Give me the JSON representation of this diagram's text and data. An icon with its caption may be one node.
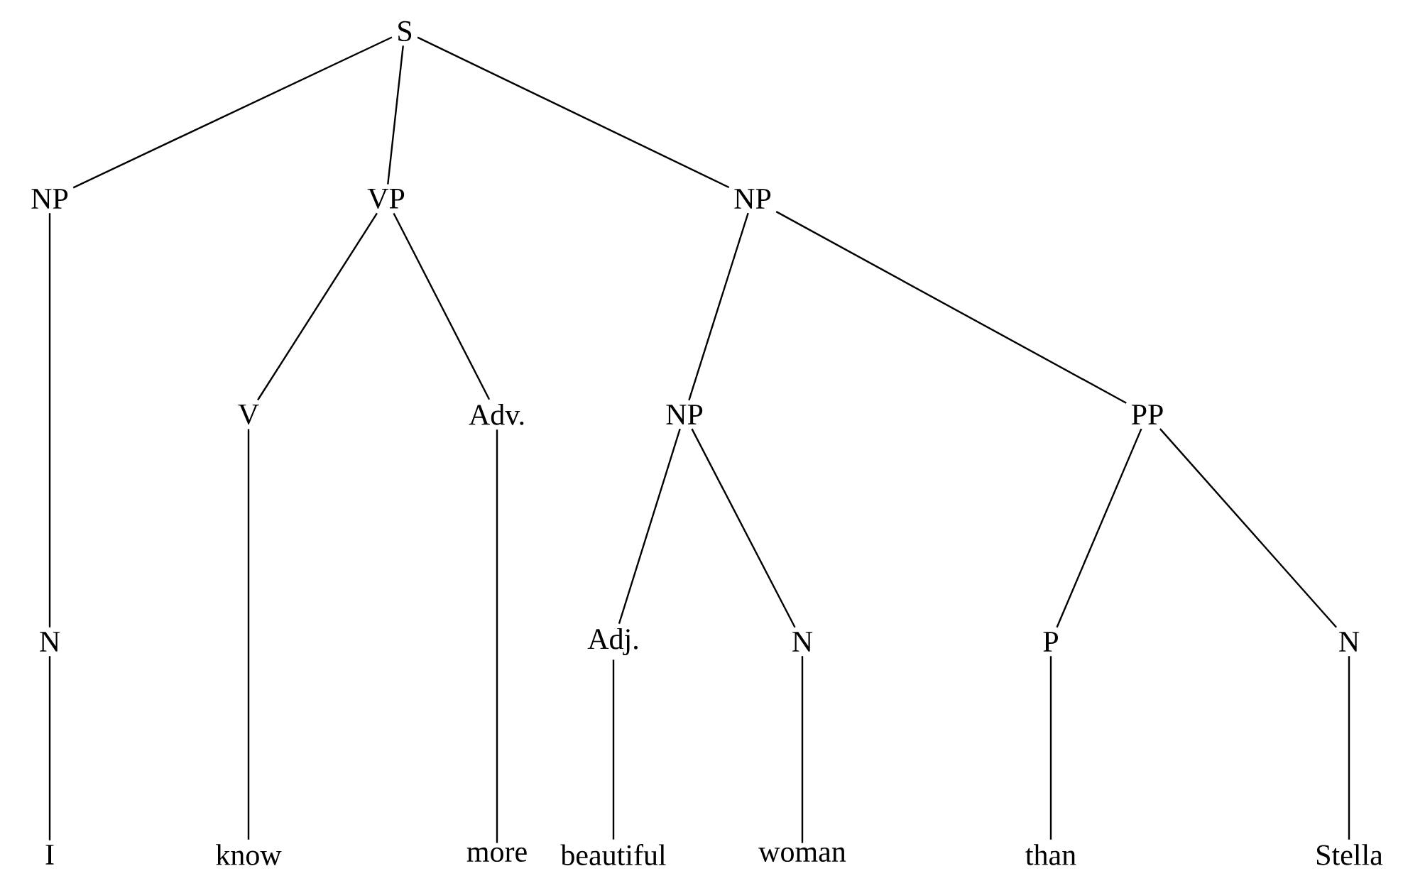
{
  "diagram": {
    "nodes": [
      {
        "text": [
          "S"
        ]
      },
      {
        "text": [
          "NP"
        ]
      },
      {
        "text": [
          "VP"
        ]
      },
      {
        "text": [
          "NP"
        ]
      },
      {
        "text": [
          "V"
        ]
      },
      {
        "text": [
          "Adv."
        ]
      },
      {
        "text": [
          "NP"
        ]
      },
      {
        "text": [
          "PP"
        ]
      },
      {
        "text": [
          "N"
        ]
      },
      {
        "text": [
          "Adj."
        ]
      },
      {
        "text": [
          "N"
        ]
      },
      {
        "text": [
          "P"
        ]
      },
      {
        "text": [
          "N"
        ]
      },
      {
        "text": [
          "I"
        ]
      },
      {
        "text": [
          "know"
        ]
      },
      {
        "text": [
          "more"
        ]
      },
      {
        "text": [
          "beautiful"
        ]
      },
      {
        "text": [
          "woman"
        ]
      },
      {
        "text": [
          "than"
        ]
      },
      {
        "text": [
          "Stella"
        ]
      }
    ],
    "edges": [
      {
        "from": 0,
        "to": 1,
        "arrow": "none"
      },
      {
        "from": 0,
        "to": 2,
        "arrow": "none"
      },
      {
        "from": 0,
        "to": 3,
        "arrow": "none"
      },
      {
        "from": 1,
        "to": 8,
        "arrow": "none"
      },
      {
        "from": 2,
        "to": 4,
        "arrow": "none"
      },
      {
        "from": 2,
        "to": 5,
        "arrow": "none"
      },
      {
        "from": 3,
        "to": 6,
        "arrow": "none"
      },
      {
        "from": 3,
        "to": 7,
        "arrow": "none"
      },
      {
        "from": 4,
        "to": 14,
        "arrow": "none"
      },
      {
        "from": 5,
        "to": 15,
        "arrow": "none"
      },
      {
        "from": 6,
        "to": 9,
        "arrow": "none"
      },
      {
        "from": 6,
        "to": 10,
        "arrow": "none"
      },
      {
        "from": 7,
        "to": 11,
        "arrow": "none"
      },
      {
        "from": 7,
        "to": 12,
        "arrow": "none"
      },
      {
        "from": 8,
        "to": 13,
        "arrow": "none"
      },
      {
        "from": 9,
        "to": 16,
        "arrow": "none"
      },
      {
        "from": 10,
        "to": 17,
        "arrow": "none"
      },
      {
        "from": 11,
        "to": 18,
        "arrow": "none"
      },
      {
        "from": 12,
        "to": 19,
        "arrow": "none"
      }
    ]
  }
}
